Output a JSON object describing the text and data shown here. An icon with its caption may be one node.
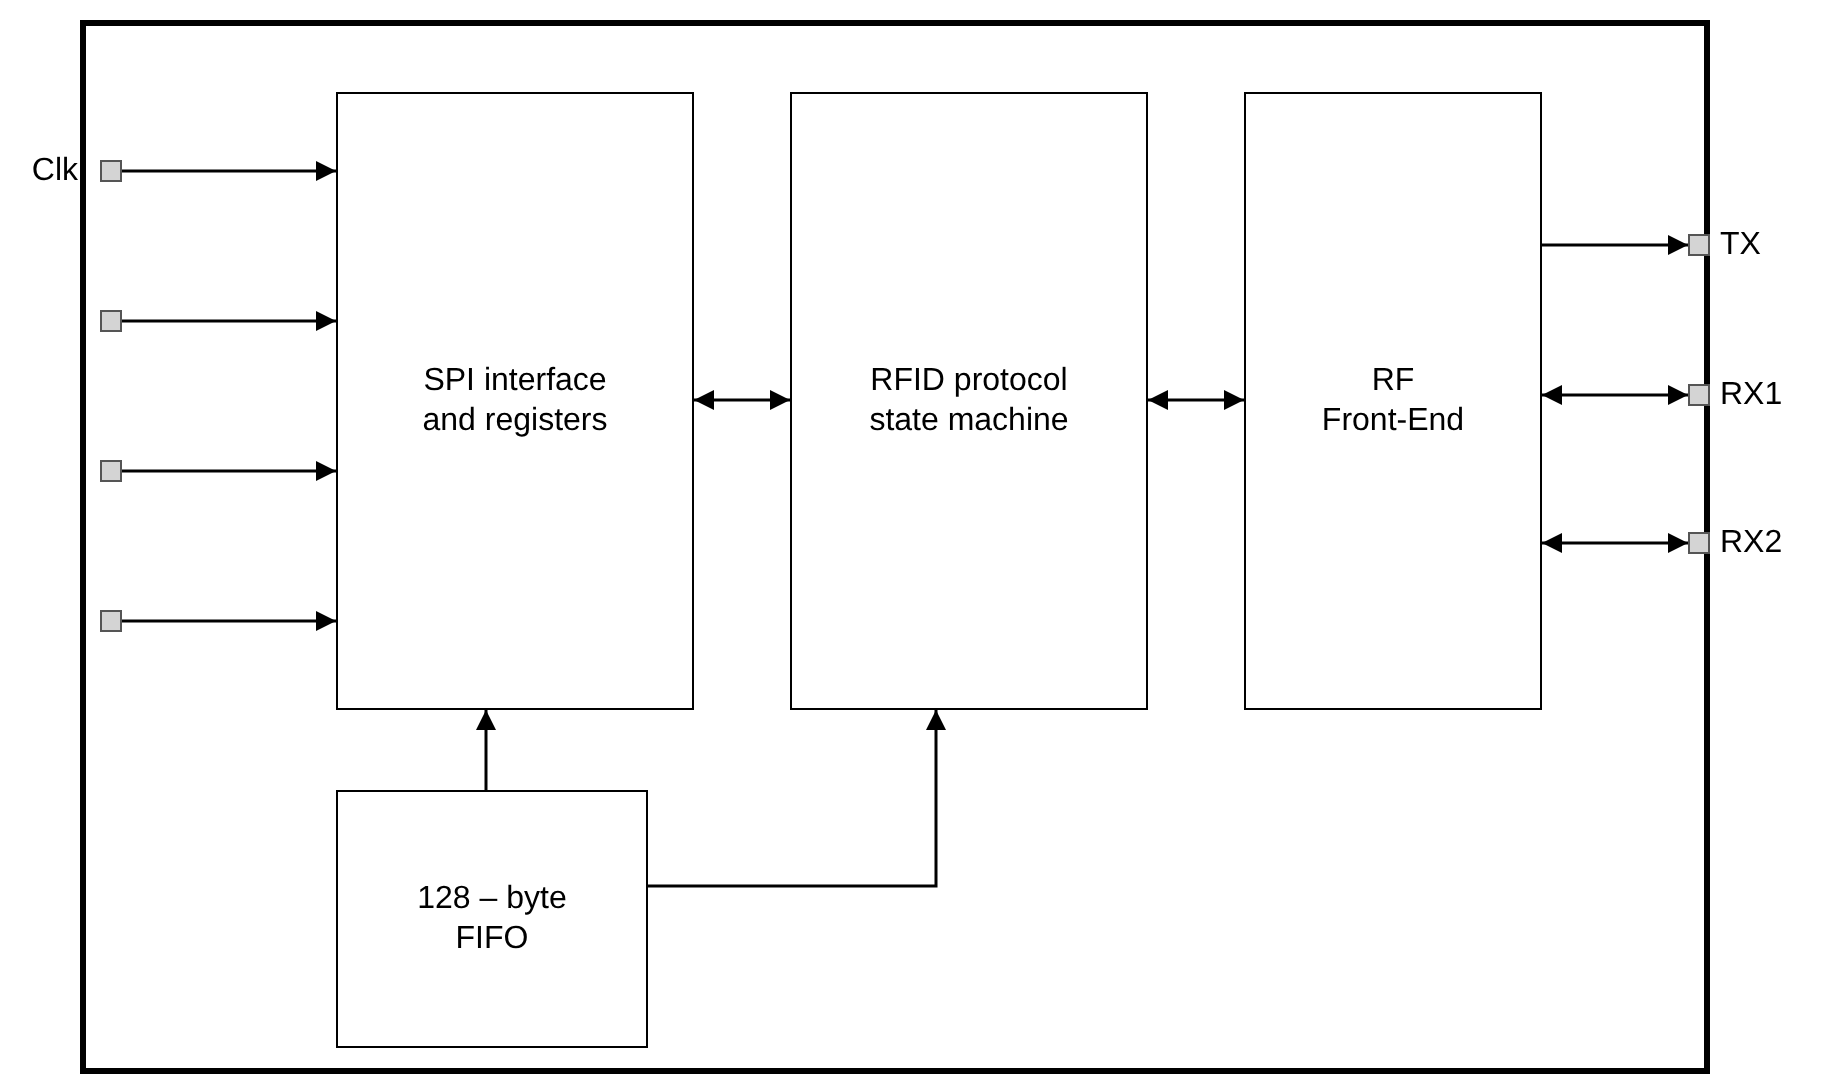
{
  "diagram": {
    "nodes": [
      {
        "text": [],
        "shape": "box"
      },
      {
        "text": [
          "SPI interface and registers"
        ],
        "in": 0
      },
      {
        "text": [
          "RFID protocol state machine"
        ],
        "in": 0
      },
      {
        "text": [
          "RF Front-End"
        ],
        "in": 0
      },
      {
        "text": [
          "128 – byte FIFO"
        ],
        "in": 0
      },
      {
        "text": [],
        "shape": "box",
        "beside": [
          "Clk"
        ],
        "in": 0
      },
      {
        "text": [],
        "shape": "box",
        "in": 0
      },
      {
        "text": [],
        "shape": "box",
        "in": 0
      },
      {
        "text": [],
        "shape": "box",
        "in": 0
      },
      {
        "text": [],
        "shape": "box",
        "beside": [
          "TX"
        ],
        "in": 0
      },
      {
        "text": [],
        "shape": "box",
        "beside": [
          "RX1"
        ],
        "in": 0
      },
      {
        "text": [],
        "shape": "box",
        "beside": [
          "RX2"
        ],
        "in": 0
      }
    ],
    "edges": [
      {
        "from": 5,
        "to": 1,
        "arrow": "to"
      },
      {
        "from": 6,
        "to": 1,
        "arrow": "to"
      },
      {
        "from": 7,
        "to": 1,
        "arrow": "to"
      },
      {
        "from": 8,
        "to": 1,
        "arrow": "to"
      },
      {
        "from": 1,
        "to": 2,
        "arrow": "both"
      },
      {
        "from": 2,
        "to": 3,
        "arrow": "both"
      },
      {
        "from": 3,
        "to": 9,
        "arrow": "to"
      },
      {
        "from": 3,
        "to": 10,
        "arrow": "both"
      },
      {
        "from": 3,
        "to": 11,
        "arrow": "both"
      },
      {
        "from": 4,
        "to": 1,
        "arrow": "to"
      },
      {
        "from": 4,
        "to": 2,
        "arrow": "to"
      }
    ]
  }
}
